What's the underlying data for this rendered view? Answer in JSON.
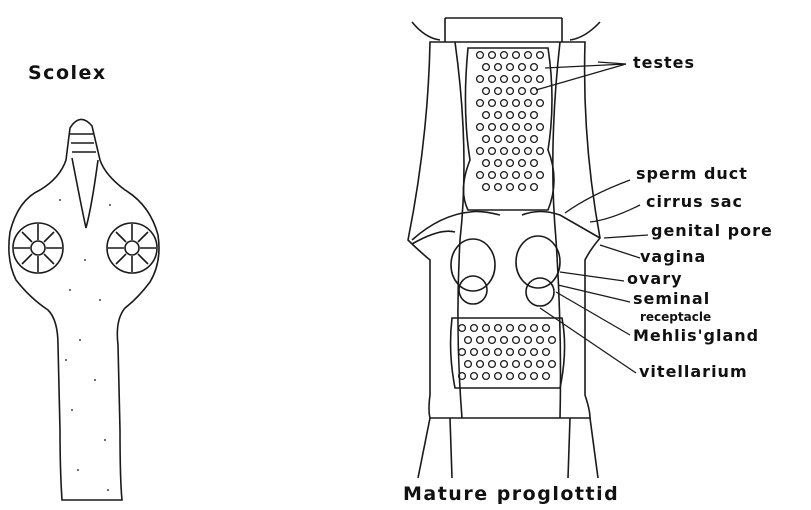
{
  "scolex": {
    "title": "Scolex"
  },
  "proglottid": {
    "title": "Mature proglottid",
    "labels": {
      "testes": "testes",
      "sperm_duct": "sperm duct",
      "cirrus_sac": "cirrus sac",
      "genital_pore": "genital pore",
      "vagina": "vagina",
      "ovary": "ovary",
      "seminal": "seminal",
      "receptacle": "receptacle",
      "mehlis_gland": "Mehlis'gland",
      "vitellarium": "vitellarium"
    }
  }
}
